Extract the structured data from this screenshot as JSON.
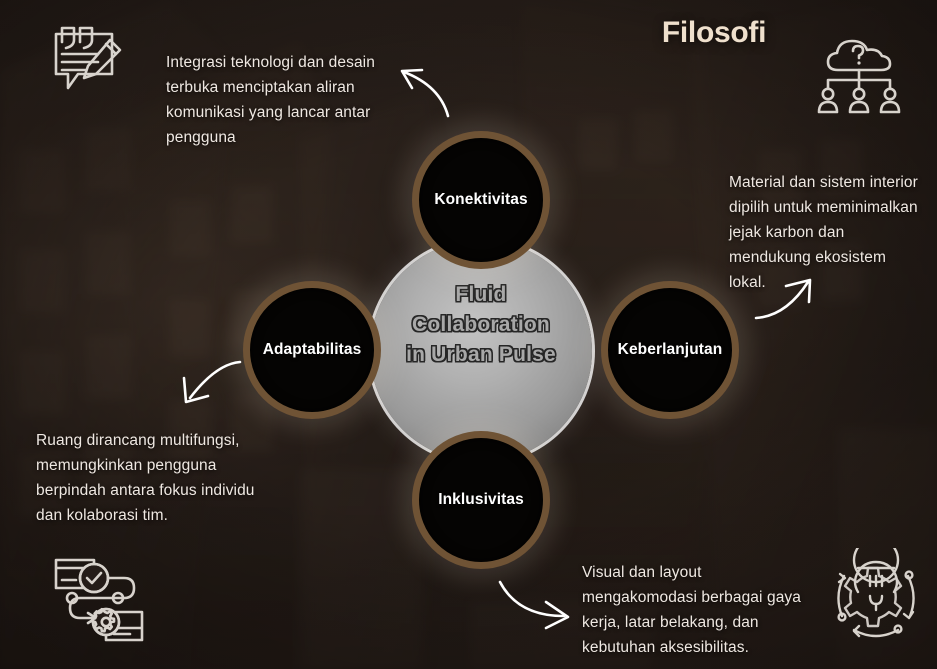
{
  "page": {
    "title": "Filosofi",
    "background_color": "#2b221d",
    "accent_color": "#efe0cd",
    "ring_color": "#6f5335",
    "circle_fill": "#050403",
    "center_disc_color": "#a8a8a8"
  },
  "center": {
    "line1": "Fluid",
    "line2": "Collaboration",
    "line3": "in Urban Pulse"
  },
  "pillars": [
    {
      "id": "konektivitas",
      "label": "Konektivitas",
      "position": "top"
    },
    {
      "id": "adaptabilitas",
      "label": "Adaptabilitas",
      "position": "left"
    },
    {
      "id": "keberlanjutan",
      "label": "Keberlanjutan",
      "position": "right"
    },
    {
      "id": "inklusivitas",
      "label": "Inklusivitas",
      "position": "bottom"
    }
  ],
  "descriptions": {
    "top_left": "Integrasi teknologi dan desain terbuka menciptakan aliran komunikasi yang lancar antar pengguna",
    "top_right": "Material dan sistem interior dipilih untuk meminimalkan jejak karbon dan mendukung ekosistem lokal.",
    "bottom_left": "Ruang dirancang multifungsi, memungkinkan pengguna berpindah antara fokus individu dan kolaborasi tim.",
    "bottom_right": " Visual dan layout mengakomodasi berbagai gaya kerja, latar belakang, dan kebutuhan aksesibilitas."
  },
  "icons": {
    "top_left": "quote-note-pencil-icon",
    "top_right": "cloud-question-users-icon",
    "bottom_left": "workflow-check-gear-icon",
    "bottom_right": "lightbulb-gear-cycle-icon"
  },
  "arrows": {
    "top_left": "curved-arrow-up-left",
    "top_right": "curved-arrow-up-right",
    "bottom_left": "curved-arrow-down-left",
    "bottom_right": "curved-arrow-down-right"
  }
}
